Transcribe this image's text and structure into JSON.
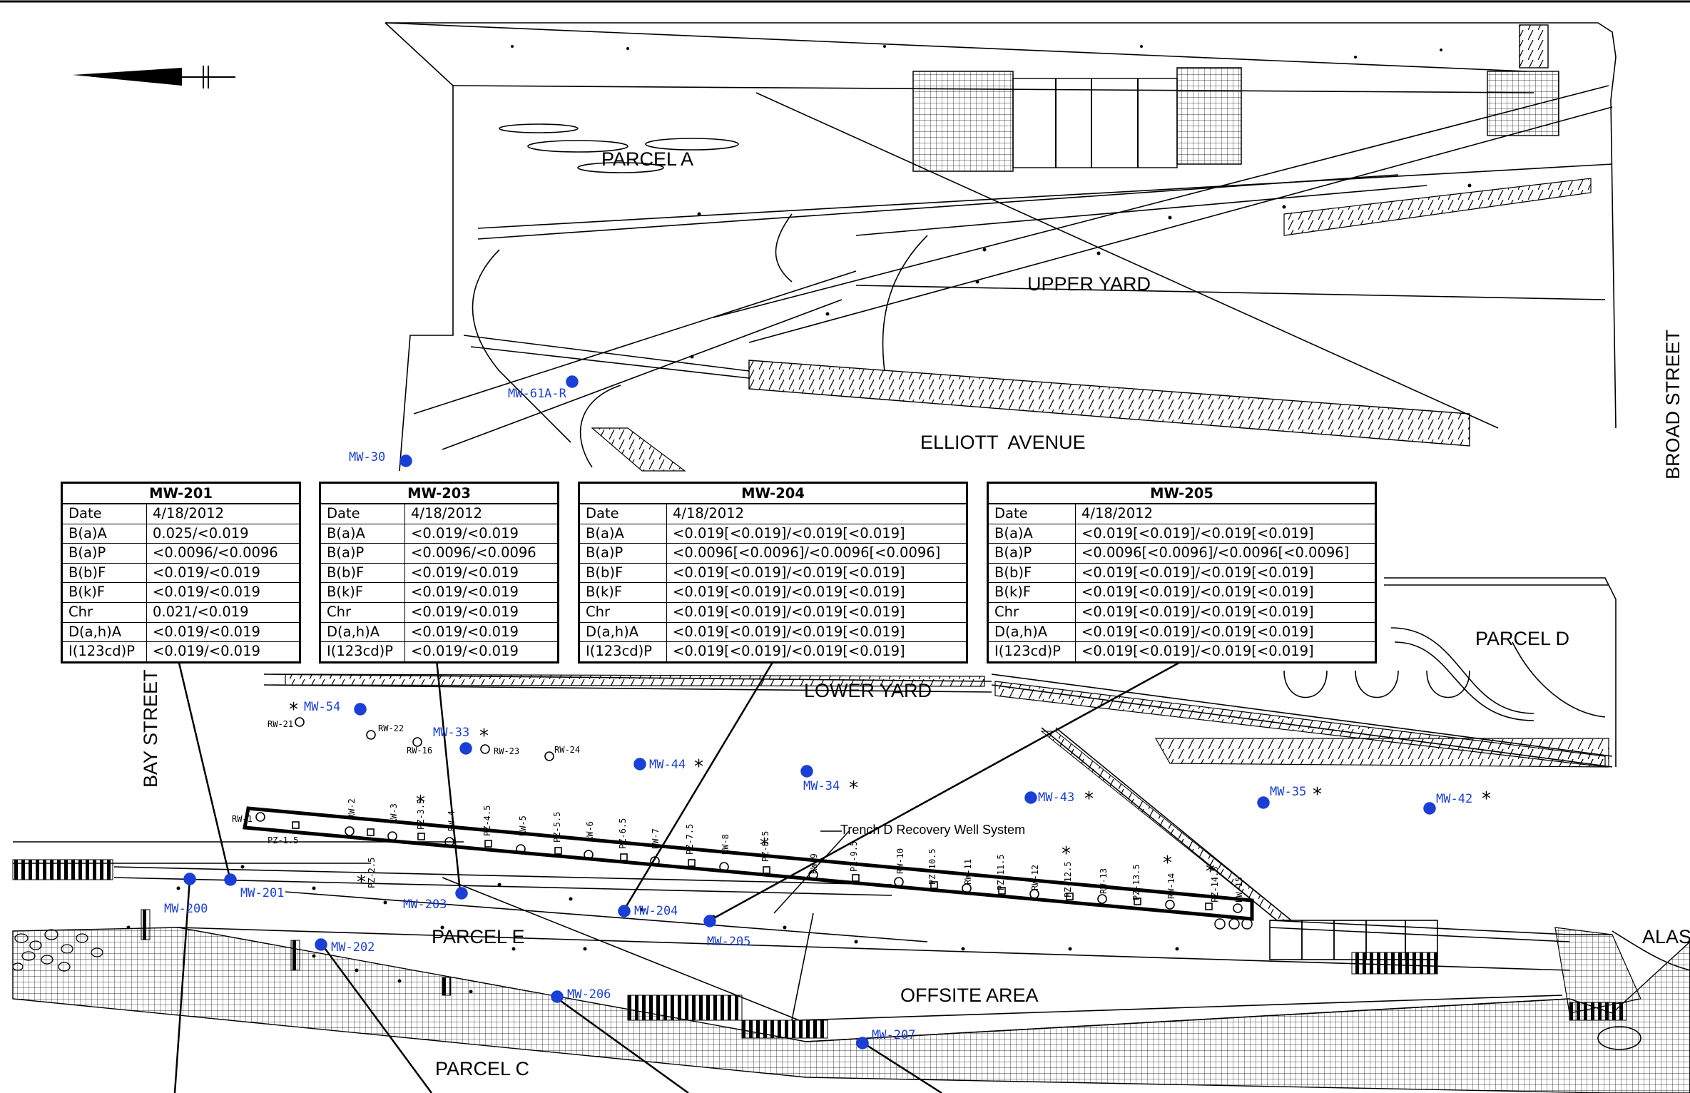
{
  "areas": {
    "parcel_a": "PARCEL A",
    "upper_yard": "UPPER YARD",
    "elliott_avenue": "ELLIOTT  AVENUE",
    "broad_street": "BROAD STREET",
    "bay_street": "BAY STREET",
    "parcel_d": "PARCEL D",
    "lower_yard": "LOWER YARD",
    "parcel_e": "PARCEL E",
    "parcel_c": "PARCEL C",
    "offsite_area": "OFFSITE AREA",
    "alas": "ALAS",
    "trench_d": "Trench D Recovery Well System"
  },
  "monitoring_wells": {
    "mw_61a_r": "MW-61A-R",
    "mw_30": "MW-30",
    "mw_54": "MW-54",
    "mw_33": "MW-33",
    "mw_44": "MW-44",
    "mw_34": "MW-34",
    "mw_43": "MW-43",
    "mw_35": "MW-35",
    "mw_42": "MW-42",
    "mw_200": "MW-200",
    "mw_201": "MW-201",
    "mw_202": "MW-202",
    "mw_203": "MW-203",
    "mw_204": "MW-204",
    "mw_205": "MW-205",
    "mw_206": "MW-206",
    "mw_207": "MW-207"
  },
  "recovery_wells": {
    "rw_21": "RW-21",
    "rw_22": "RW-22",
    "rw_16": "RW-16",
    "rw_23": "RW-23",
    "rw_24": "RW-24",
    "rw_1": "RW-1",
    "pz_1_5": "PZ-1.5",
    "rw_2": "RW-2",
    "rw_3": "RW-3",
    "pz_2_5": "PZ-2.5",
    "pz_3_5": "PZ-3.5",
    "rw_4": "RW-4",
    "pz_4_5": "PZ-4.5",
    "rw_5": "RW-5",
    "pz_5_5": "PZ-5.5",
    "rw_6": "RW-6",
    "pz_6_5": "PZ-6.5",
    "rw_7": "RW-7",
    "pz_7_5": "PZ-7.5",
    "rw_8": "RW-8",
    "pz_8_5": "PZ-8.5",
    "rw_9": "RW-9",
    "pz_9_5": "PZ-9.5",
    "rw_10": "RW-10",
    "pz_10_5": "PZ-10.5",
    "rw_11": "RW-11",
    "pz_11_5": "PZ-11.5",
    "rw_12": "RW-12",
    "pz_12_5": "PZ-12.5",
    "rw_13": "RW-13",
    "pz_13_5": "PZ-13.5",
    "rw_14": "RW-14",
    "pz_14_5": "PZ-14.5",
    "rw_15": "RW-15"
  },
  "tables": [
    {
      "title": "MW-201",
      "rows": [
        [
          "Date",
          "4/18/2012"
        ],
        [
          "B(a)A",
          "0.025/<0.019"
        ],
        [
          "B(a)P",
          "<0.0096/<0.0096"
        ],
        [
          "B(b)F",
          "<0.019/<0.019"
        ],
        [
          "B(k)F",
          "<0.019/<0.019"
        ],
        [
          "Chr",
          "0.021/<0.019"
        ],
        [
          "D(a,h)A",
          "<0.019/<0.019"
        ],
        [
          "I(123cd)P",
          "<0.019/<0.019"
        ]
      ]
    },
    {
      "title": "MW-203",
      "rows": [
        [
          "Date",
          "4/18/2012"
        ],
        [
          "B(a)A",
          "<0.019/<0.019"
        ],
        [
          "B(a)P",
          "<0.0096/<0.0096"
        ],
        [
          "B(b)F",
          "<0.019/<0.019"
        ],
        [
          "B(k)F",
          "<0.019/<0.019"
        ],
        [
          "Chr",
          "<0.019/<0.019"
        ],
        [
          "D(a,h)A",
          "<0.019/<0.019"
        ],
        [
          "I(123cd)P",
          "<0.019/<0.019"
        ]
      ]
    },
    {
      "title": "MW-204",
      "rows": [
        [
          "Date",
          "4/18/2012"
        ],
        [
          "B(a)A",
          "<0.019[<0.019]/<0.019[<0.019]"
        ],
        [
          "B(a)P",
          "<0.0096[<0.0096]/<0.0096[<0.0096]"
        ],
        [
          "B(b)F",
          "<0.019[<0.019]/<0.019[<0.019]"
        ],
        [
          "B(k)F",
          "<0.019[<0.019]/<0.019[<0.019]"
        ],
        [
          "Chr",
          "<0.019[<0.019]/<0.019[<0.019]"
        ],
        [
          "D(a,h)A",
          "<0.019[<0.019]/<0.019[<0.019]"
        ],
        [
          "I(123cd)P",
          "<0.019[<0.019]/<0.019[<0.019]"
        ]
      ]
    },
    {
      "title": "MW-205",
      "rows": [
        [
          "Date",
          "4/18/2012"
        ],
        [
          "B(a)A",
          "<0.019[<0.019]/<0.019[<0.019]"
        ],
        [
          "B(a)P",
          "<0.0096[<0.0096]/<0.0096[<0.0096]"
        ],
        [
          "B(b)F",
          "<0.019[<0.019]/<0.019[<0.019]"
        ],
        [
          "B(k)F",
          "<0.019[<0.019]/<0.019[<0.019]"
        ],
        [
          "Chr",
          "<0.019[<0.019]/<0.019[<0.019]"
        ],
        [
          "D(a,h)A",
          "<0.019[<0.019]/<0.019[<0.019]"
        ],
        [
          "I(123cd)P",
          "<0.019[<0.019]/<0.019[<0.019]"
        ]
      ]
    }
  ]
}
